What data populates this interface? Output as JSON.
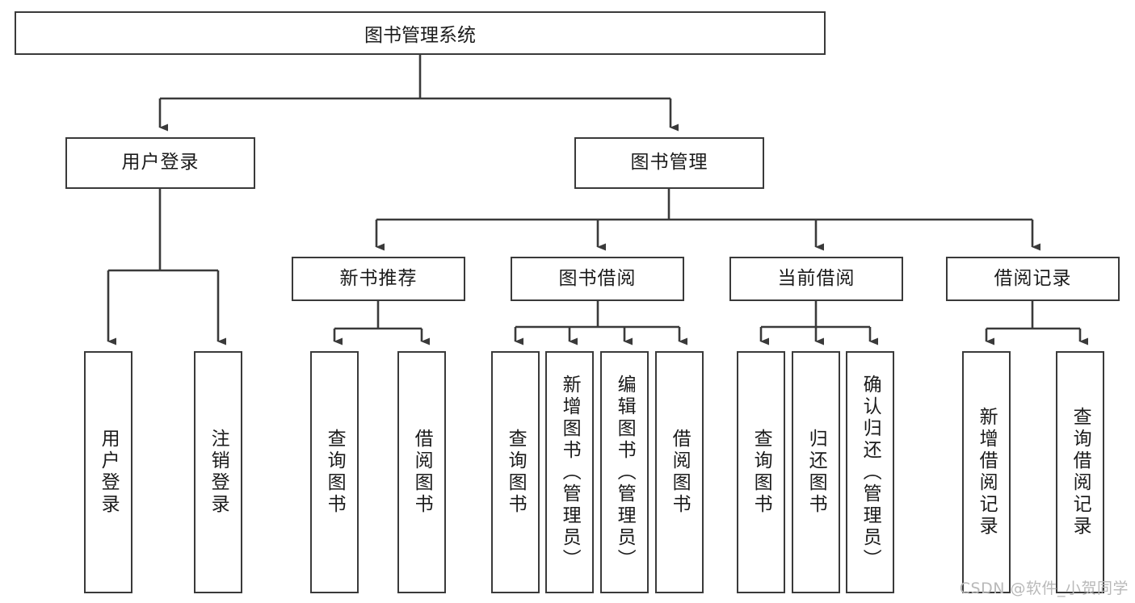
{
  "diagram": {
    "title": "图书管理系统",
    "watermark": "CSDN @软件_小贺同学",
    "line_color": "#3a3a3a",
    "box_border_color": "#3a3a3a",
    "text_color": "#1b1b1b",
    "background": "#ffffff",
    "root": {
      "label": "图书管理系统"
    },
    "level2": [
      {
        "label": "用户登录"
      },
      {
        "label": "图书管理"
      }
    ],
    "level3": [
      {
        "label": "新书推荐"
      },
      {
        "label": "图书借阅"
      },
      {
        "label": "当前借阅"
      },
      {
        "label": "借阅记录"
      }
    ],
    "leaves": {
      "user_login": [
        {
          "label": "用户登录"
        },
        {
          "label": "注销登录"
        }
      ],
      "new_book": [
        {
          "label": "查询图书"
        },
        {
          "label": "借阅图书"
        }
      ],
      "book_borrow": [
        {
          "label": "查询图书"
        },
        {
          "label": "新增图书（管理员）"
        },
        {
          "label": "编辑图书（管理员）"
        },
        {
          "label": "借阅图书"
        }
      ],
      "current_borrow": [
        {
          "label": "查询图书"
        },
        {
          "label": "归还图书"
        },
        {
          "label": "确认归还（管理员）"
        }
      ],
      "borrow_record": [
        {
          "label": "新增借阅记录"
        },
        {
          "label": "查询借阅记录"
        }
      ]
    }
  }
}
